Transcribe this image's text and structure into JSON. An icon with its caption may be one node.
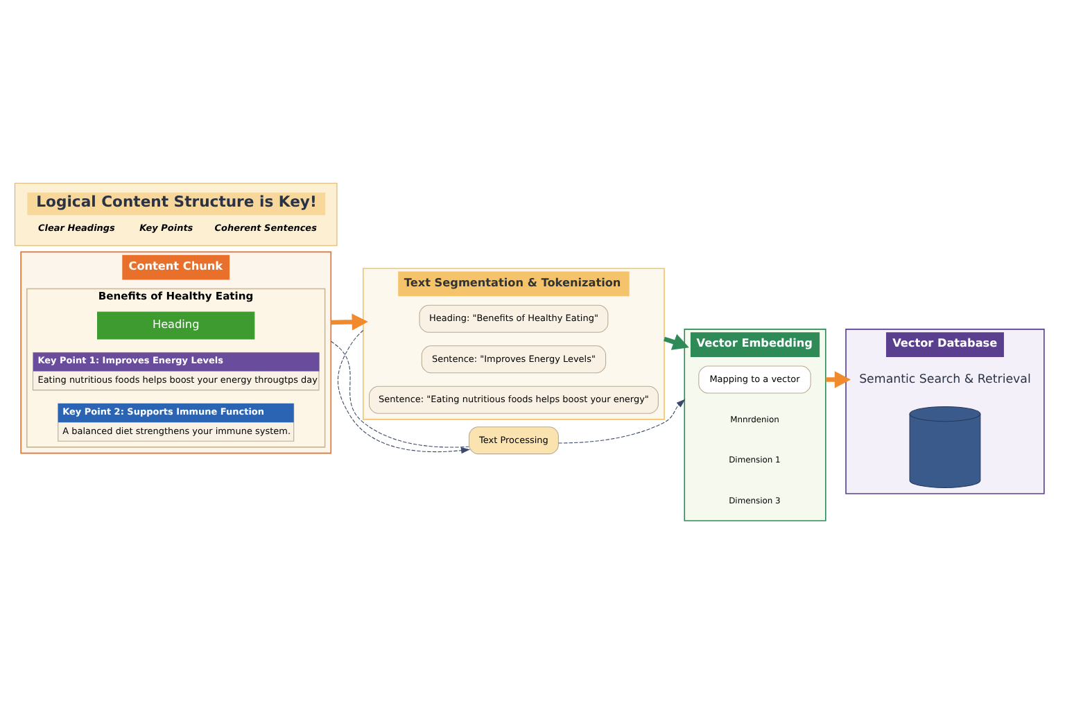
{
  "diagram": {
    "nodes": [
      {
        "text": [
          "Content Chunk"
        ]
      },
      {
        "text": [
          "Benefits of Healthy Eating"
        ],
        "in": 0
      },
      {
        "text": [
          "Heading"
        ],
        "in": 1
      },
      {
        "text": [
          "Key Point 1: Improves Energy Levels",
          "Eating nutritious foods helps boost your energy througtps day"
        ],
        "in": 1
      },
      {
        "text": [
          "Key Point 2: Supports Immune Function",
          "A balanced diet strengthens your immune system."
        ],
        "in": 1
      },
      {
        "text": [
          "Text Segmentation & Tokenization"
        ]
      },
      {
        "text": [
          "Heading: \"Benefits of Healthy Eating\""
        ],
        "in": 5
      },
      {
        "text": [
          "Sentence: \"Improves Energy Levels\""
        ],
        "in": 5
      },
      {
        "text": [
          "Sentence: \"Eating nutritious foods helps boost your energy\""
        ],
        "in": 5
      },
      {
        "text": [
          "Text Processing"
        ]
      },
      {
        "text": [
          "Vector Embedding"
        ]
      },
      {
        "text": [
          "Mapping to a vector"
        ],
        "in": 10
      },
      {
        "text": [
          "Vector Database"
        ]
      },
      {
        "text": [
          "Semantic Search & Retrieval"
        ],
        "in": 12
      },
      {
        "text": [],
        "shape": "cylinder",
        "in": 12
      },
      {
        "text": [
          "Logical Content Structure is Key!",
          "Clear Headings",
          "Key Points",
          "Coherent Sentences"
        ]
      }
    ],
    "edges": [
      {
        "from": 0,
        "to": 5,
        "arrow": "to",
        "style": "thick",
        "color": "#f08a2c"
      },
      {
        "from": 5,
        "to": 10,
        "arrow": "to",
        "style": "thick",
        "color": "#2e8b57"
      },
      {
        "from": 10,
        "to": 12,
        "arrow": "to",
        "style": "thick",
        "color": "#f08a2c"
      },
      {
        "from": 5,
        "to": 9,
        "arrow": "to",
        "style": "dashed"
      },
      {
        "from": 0,
        "to": 9,
        "arrow": "none",
        "style": "dashed"
      },
      {
        "from": 9,
        "to": 10,
        "arrow": "to",
        "style": "dashed"
      }
    ],
    "labels": [
      "Mnnrdenion",
      "Dimension 1",
      "Dimension 3"
    ]
  }
}
